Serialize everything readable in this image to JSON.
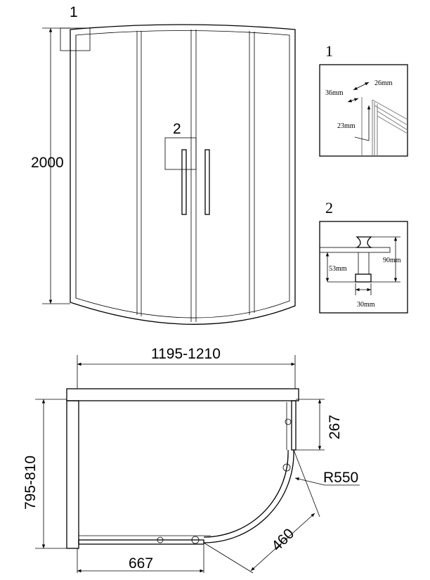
{
  "front_view": {
    "height_label": "2000",
    "callout_1": "1",
    "callout_2": "2"
  },
  "detail_1": {
    "title": "1",
    "dim_a": "26mm",
    "dim_b": "36mm",
    "dim_c": "23mm"
  },
  "detail_2": {
    "title": "2",
    "dim_a": "53mm",
    "dim_b": "90mm",
    "dim_c": "30mm"
  },
  "plan_view": {
    "width_label": "1195-1210",
    "depth_label": "795-810",
    "door_width": "667",
    "side_panel": "267",
    "radius": "R550",
    "diagonal": "460"
  }
}
